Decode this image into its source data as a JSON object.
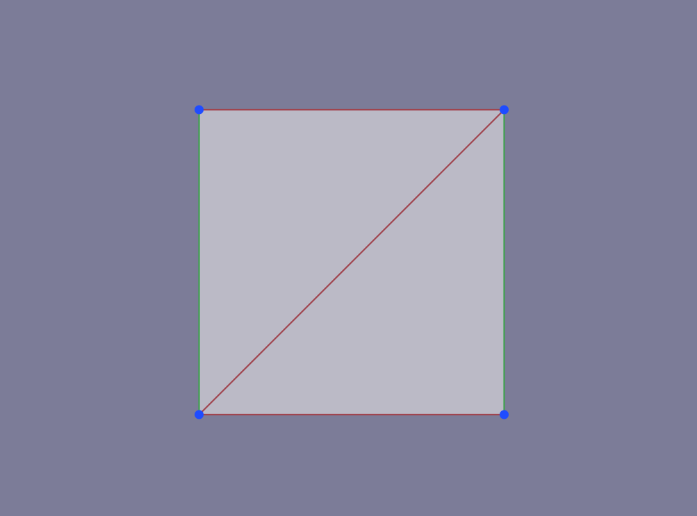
{
  "scene": {
    "background_color": "#7c7c98",
    "face_color": "#bbbac6",
    "vertex_color": "#1f4cff",
    "edge_colors": {
      "red": "#a0454f",
      "green": "#3fa14e"
    },
    "vertices": [
      {
        "id": "v-top-left",
        "u": 0,
        "v": 1
      },
      {
        "id": "v-top-right",
        "u": 1,
        "v": 1
      },
      {
        "id": "v-bottom-left",
        "u": 0,
        "v": 0
      },
      {
        "id": "v-bottom-right",
        "u": 1,
        "v": 0
      }
    ],
    "edges": [
      {
        "id": "edge-top",
        "from": "v-top-left",
        "to": "v-top-right",
        "color": "red"
      },
      {
        "id": "edge-bottom",
        "from": "v-bottom-left",
        "to": "v-bottom-right",
        "color": "red"
      },
      {
        "id": "edge-diagonal",
        "from": "v-bottom-left",
        "to": "v-top-right",
        "color": "red"
      },
      {
        "id": "edge-left",
        "from": "v-top-left",
        "to": "v-bottom-left",
        "color": "green"
      },
      {
        "id": "edge-right",
        "from": "v-top-right",
        "to": "v-bottom-right",
        "color": "green"
      }
    ]
  }
}
